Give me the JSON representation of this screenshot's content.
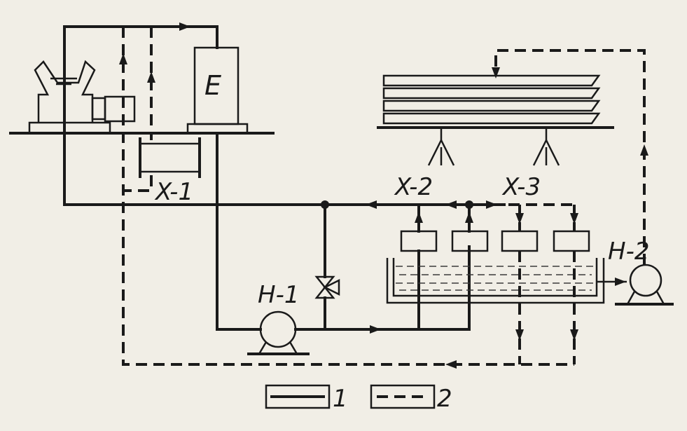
{
  "labels": {
    "tank_e": "E",
    "exchanger_1": "X-1",
    "exchanger_2": "X-2",
    "exchanger_3": "X-3",
    "pump_1": "H-1",
    "pump_2": "H-2"
  },
  "legend": {
    "solid": "1",
    "dashed": "2"
  }
}
